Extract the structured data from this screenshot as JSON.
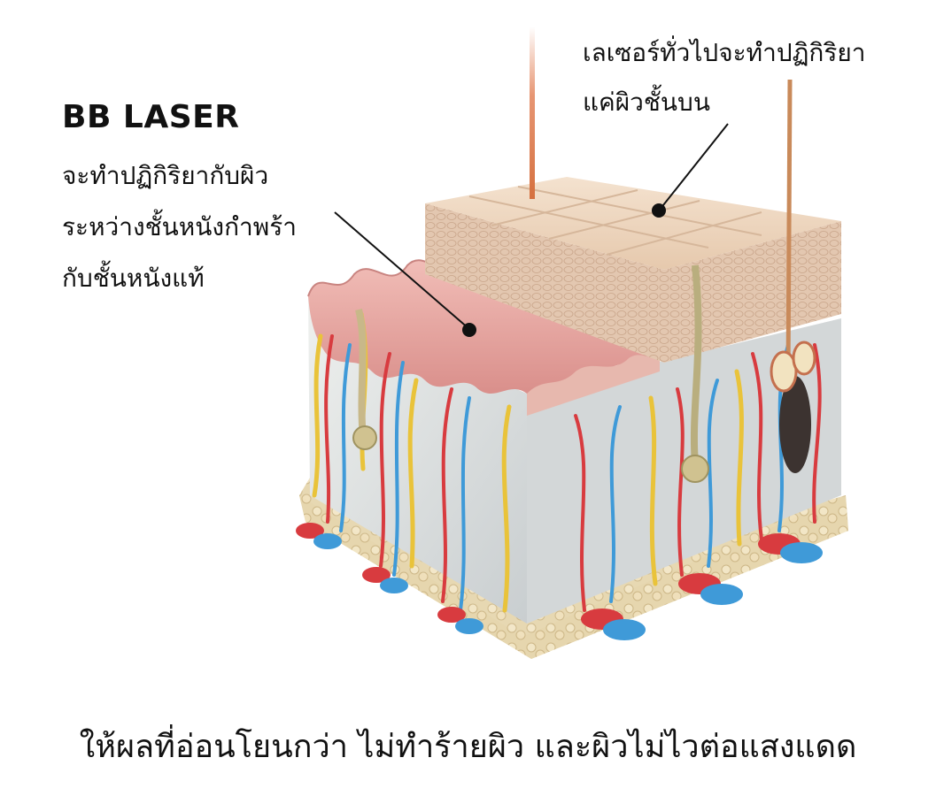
{
  "bb_laser": {
    "title": "BB LASER",
    "description_lines": [
      "จะทำปฏิกิริยากับผิว",
      "ระหว่างชั้นหนังกำพร้า",
      "กับชั้นหนังแท้"
    ]
  },
  "general_laser": {
    "description_lines": [
      "เลเซอร์ทั่วไปจะทำปฏิกิริยา",
      "แค่ผิวชั้นบน"
    ]
  },
  "footer": {
    "text": "ให้ผลที่อ่อนโยนกว่า ไม่ทำร้ายผิว และผิวไม่ไวต่อแสงแดด"
  },
  "colors": {
    "epidermis": "#ecd3bd",
    "dermis_surface": "#e9a9a4",
    "dermis_body": "#d9dcdc",
    "fat": "#e4d3a6",
    "artery": "#d83b3f",
    "vein": "#3f9ad8",
    "nerve": "#e9c33a",
    "laser_beam": "#e48a63"
  }
}
